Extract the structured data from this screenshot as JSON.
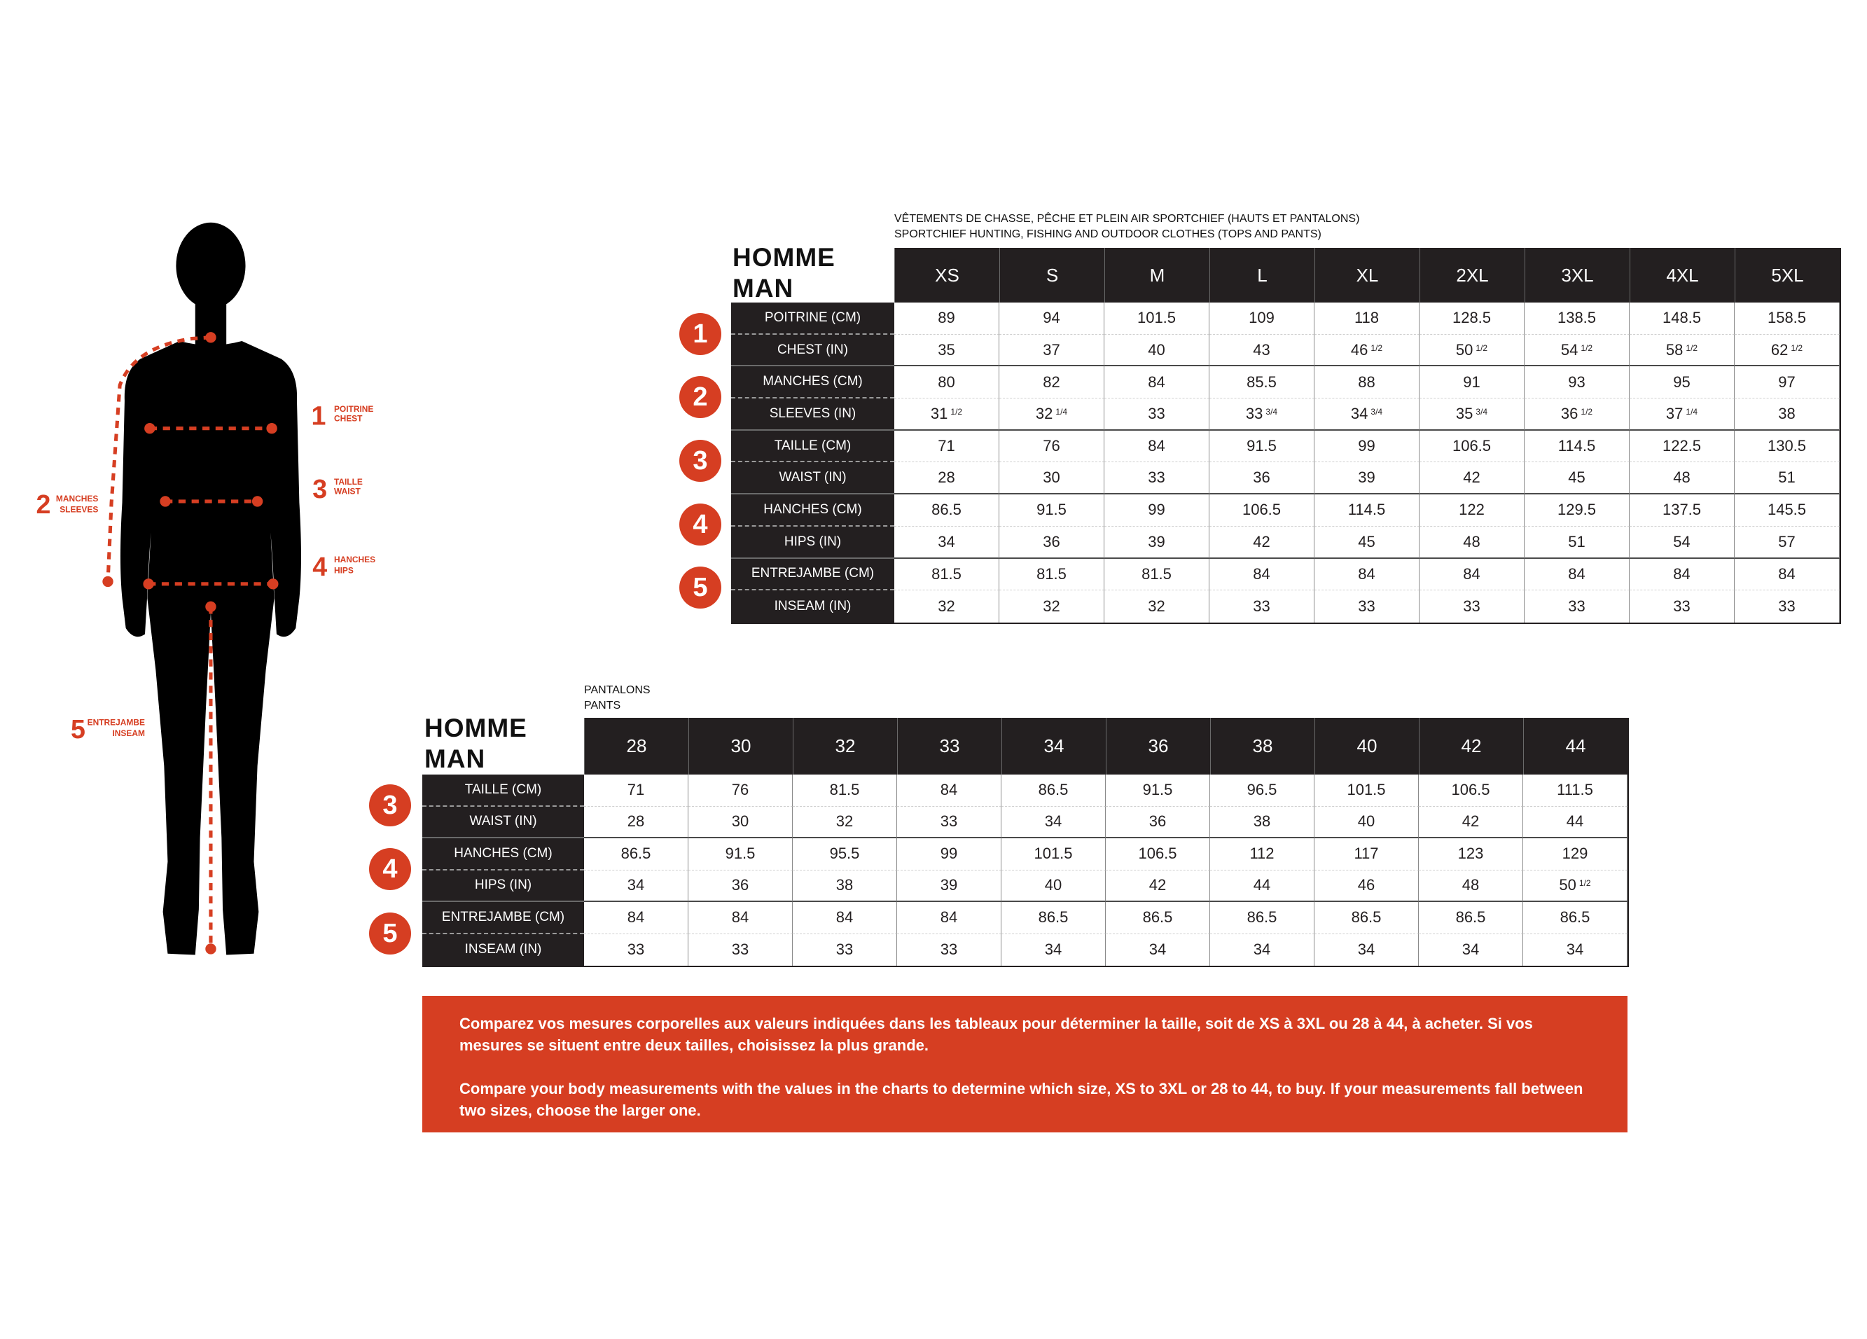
{
  "figure": {
    "labels": [
      {
        "num": "1",
        "fr": "POITRINE",
        "en": "CHEST"
      },
      {
        "num": "2",
        "fr": "MANCHES",
        "en": "SLEEVES"
      },
      {
        "num": "3",
        "fr": "TAILLE",
        "en": "WAIST"
      },
      {
        "num": "4",
        "fr": "HANCHES",
        "en": "HIPS"
      },
      {
        "num": "5",
        "fr": "ENTREJAMBE",
        "en": "INSEAM"
      }
    ]
  },
  "tops": {
    "title_fr": "HOMME",
    "title_en": "MAN",
    "subtitle_fr": "VÊTEMENTS DE CHASSE, PÊCHE ET PLEIN AIR SPORTCHIEF (HAUTS ET PANTALONS)",
    "subtitle_en": "SPORTCHIEF HUNTING, FISHING AND OUTDOOR CLOTHES (TOPS AND PANTS)",
    "badges": [
      "1",
      "2",
      "3",
      "4",
      "5"
    ],
    "sizes": [
      "XS",
      "S",
      "M",
      "L",
      "XL",
      "2XL",
      "3XL",
      "4XL",
      "5XL"
    ],
    "rows": [
      {
        "label": "POITRINE (CM)",
        "values": [
          "89",
          "94",
          "101.5",
          "109",
          "118",
          "128.5",
          "138.5",
          "148.5",
          "158.5"
        ]
      },
      {
        "label": "CHEST (IN)",
        "values": [
          "35",
          "37",
          "40",
          "43",
          "46 1/2",
          "50 1/2",
          "54 1/2",
          "58 1/2",
          "62 1/2"
        ]
      },
      {
        "label": "MANCHES (CM)",
        "values": [
          "80",
          "82",
          "84",
          "85.5",
          "88",
          "91",
          "93",
          "95",
          "97"
        ]
      },
      {
        "label": "SLEEVES (IN)",
        "values": [
          "31 1/2",
          "32 1/4",
          "33",
          "33 3/4",
          "34 3/4",
          "35 3/4",
          "36 1/2",
          "37 1/4",
          "38"
        ]
      },
      {
        "label": "TAILLE (CM)",
        "values": [
          "71",
          "76",
          "84",
          "91.5",
          "99",
          "106.5",
          "114.5",
          "122.5",
          "130.5"
        ]
      },
      {
        "label": "WAIST (IN)",
        "values": [
          "28",
          "30",
          "33",
          "36",
          "39",
          "42",
          "45",
          "48",
          "51"
        ]
      },
      {
        "label": "HANCHES  (CM)",
        "values": [
          "86.5",
          "91.5",
          "99",
          "106.5",
          "114.5",
          "122",
          "129.5",
          "137.5",
          "145.5"
        ]
      },
      {
        "label": "HIPS (IN)",
        "values": [
          "34",
          "36",
          "39",
          "42",
          "45",
          "48",
          "51",
          "54",
          "57"
        ]
      },
      {
        "label": "ENTREJAMBE (CM)",
        "values": [
          "81.5",
          "81.5",
          "81.5",
          "84",
          "84",
          "84",
          "84",
          "84",
          "84"
        ]
      },
      {
        "label": "INSEAM (IN)",
        "values": [
          "32",
          "32",
          "32",
          "33",
          "33",
          "33",
          "33",
          "33",
          "33"
        ]
      }
    ]
  },
  "pants": {
    "title_fr": "HOMME",
    "title_en": "MAN",
    "subtitle_fr": "PANTALONS",
    "subtitle_en": "PANTS",
    "badges": [
      "3",
      "4",
      "5"
    ],
    "sizes": [
      "28",
      "30",
      "32",
      "33",
      "34",
      "36",
      "38",
      "40",
      "42",
      "44"
    ],
    "rows": [
      {
        "label": "TAILLE (CM)",
        "values": [
          "71",
          "76",
          "81.5",
          "84",
          "86.5",
          "91.5",
          "96.5",
          "101.5",
          "106.5",
          "111.5"
        ]
      },
      {
        "label": "WAIST (IN)",
        "values": [
          "28",
          "30",
          "32",
          "33",
          "34",
          "36",
          "38",
          "40",
          "42",
          "44"
        ]
      },
      {
        "label": "HANCHES  (CM)",
        "values": [
          "86.5",
          "91.5",
          "95.5",
          "99",
          "101.5",
          "106.5",
          "112",
          "117",
          "123",
          "129"
        ]
      },
      {
        "label": "HIPS (IN)",
        "values": [
          "34",
          "36",
          "38",
          "39",
          "40",
          "42",
          "44",
          "46",
          "48",
          "50 1/2"
        ]
      },
      {
        "label": "ENTREJAMBE (CM)",
        "values": [
          "84",
          "84",
          "84",
          "84",
          "86.5",
          "86.5",
          "86.5",
          "86.5",
          "86.5",
          "86.5"
        ]
      },
      {
        "label": "INSEAM (IN)",
        "values": [
          "33",
          "33",
          "33",
          "33",
          "34",
          "34",
          "34",
          "34",
          "34",
          "34"
        ]
      }
    ]
  },
  "note": {
    "fr": "Comparez vos mesures corporelles aux valeurs indiquées dans les tableaux pour déterminer la taille, soit de XS à 3XL ou 28 à 44, à acheter. Si vos mesures se situent entre deux tailles, choisissez la plus grande.",
    "en": "Compare your body measurements with the values in the charts to determine which size, XS to 3XL or 28 to 44, to buy. If your measurements fall between two sizes, choose the larger one."
  },
  "colors": {
    "accent": "#d63e22",
    "dark": "#231f20"
  }
}
